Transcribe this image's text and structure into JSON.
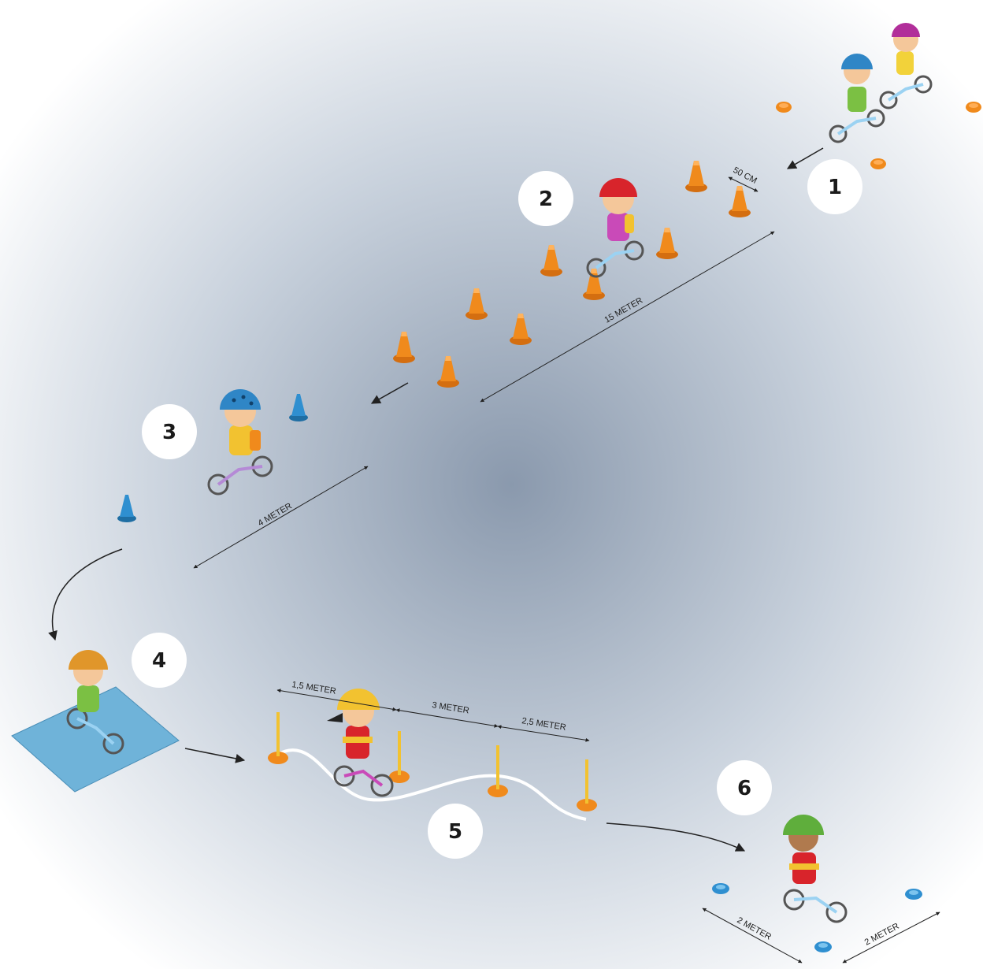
{
  "steps": [
    {
      "number": "1"
    },
    {
      "number": "2"
    },
    {
      "number": "3"
    },
    {
      "number": "4"
    },
    {
      "number": "5"
    },
    {
      "number": "6"
    }
  ],
  "dimensions": {
    "d_50cm": "50 CM",
    "d_15m": "15 METER",
    "d_4m": "4 METER",
    "d_1_5m": "1,5 METER",
    "d_3m": "3 METER",
    "d_2_5m": "2,5 METER",
    "d_2m_left": "2 METER",
    "d_2m_right": "2 METER"
  },
  "colors": {
    "cone_orange": "#f08a1c",
    "cone_blue": "#2f8fd0",
    "mat_blue": "#6fb3d9",
    "pole_yellow": "#f2c230",
    "path_white": "#ffffff"
  },
  "icons": [
    "child-on-balance-bike-icon",
    "cone-icon",
    "flat-marker-icon",
    "slalom-pole-icon",
    "arrow-icon"
  ]
}
